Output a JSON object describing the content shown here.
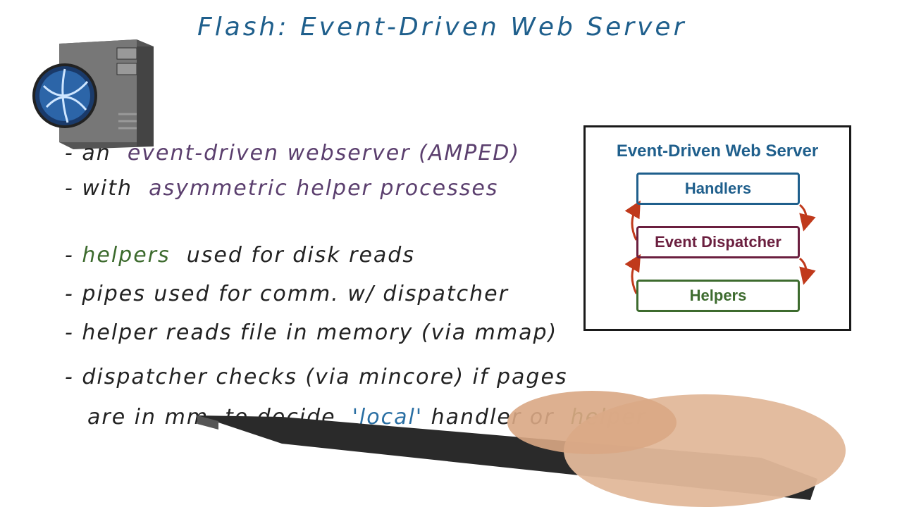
{
  "title": "Flash: Event-Driven  Web Server",
  "bullets": {
    "b1_prefix": "- an",
    "b1_highlight": "event-driven webserver (AMPED)",
    "b2_prefix": "- with",
    "b2_highlight": "asymmetric helper processes",
    "b3_prefix": "-",
    "b3_highlight": "helpers",
    "b3_rest": "used for disk reads",
    "b4": "- pipes used for comm. w/ dispatcher",
    "b5": "- helper reads file in memory (via mmap)",
    "b6": "- dispatcher checks (via mincore) if pages",
    "b7_a": "are in mm. to decide",
    "b7_local": "'local'",
    "b7_b": "handler or",
    "b7_helper": "helper"
  },
  "diagram": {
    "title": "Event-Driven Web Server",
    "handlers": "Handlers",
    "dispatcher": "Event Dispatcher",
    "helpers": "Helpers",
    "colors": {
      "handlers": "#1f5f8c",
      "dispatcher": "#6b1f3f",
      "helpers": "#3d6b2e",
      "arrows": "#c0391b"
    }
  },
  "icons": {
    "server": "server-globe-icon",
    "pen": "stylus-pen-icon"
  }
}
